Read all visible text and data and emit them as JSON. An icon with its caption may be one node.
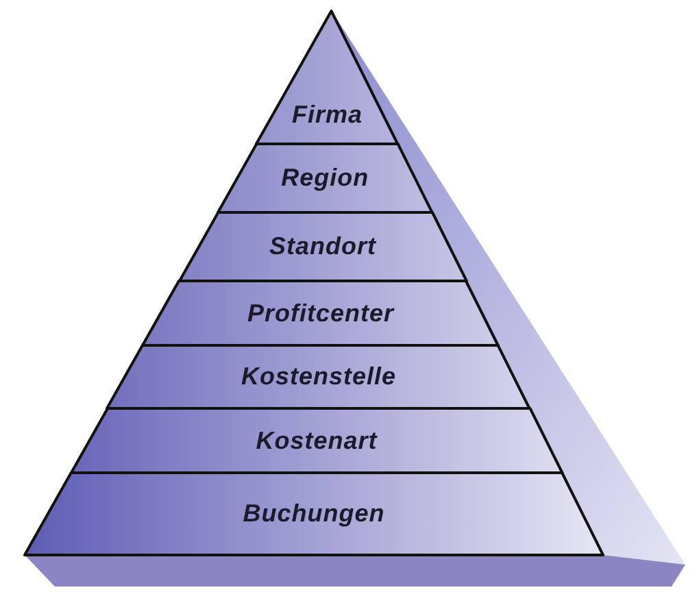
{
  "diagram": {
    "nodes": [
      {
        "text": [
          "Firma"
        ]
      },
      {
        "text": [
          "Region"
        ]
      },
      {
        "text": [
          "Standort"
        ]
      },
      {
        "text": [
          "Profitcenter"
        ]
      },
      {
        "text": [
          "Kostenstelle"
        ]
      },
      {
        "text": [
          "Kostenart"
        ]
      },
      {
        "text": [
          "Buchungen"
        ]
      }
    ]
  }
}
